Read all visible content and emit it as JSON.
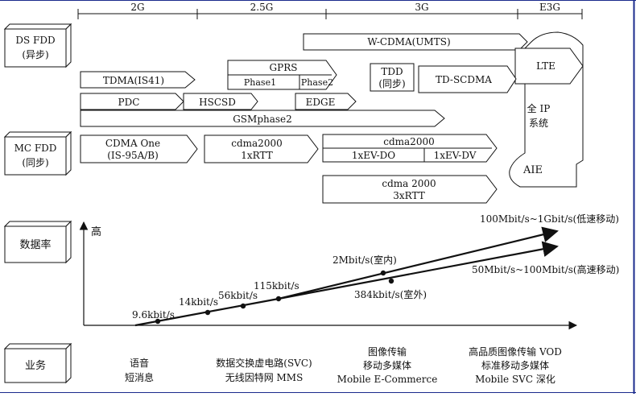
{
  "colors": {
    "frame": "#1a2a8c",
    "ink": "#111111",
    "shape_fill": "#ffffff"
  },
  "eras": [
    "2G",
    "2.5G",
    "3G",
    "E3G"
  ],
  "row_labels": {
    "ds_fdd": [
      "DS FDD",
      "(异步)"
    ],
    "mc_fdd": [
      "MC FDD",
      "(同步)"
    ],
    "data_rate": "数据率",
    "services": "业务"
  },
  "tech": {
    "wcdma": "W-CDMA(UMTS)",
    "lte": "LTE",
    "gprs": "GPRS",
    "gprs_phase1": "Phase1",
    "gprs_phase2": "Phase2",
    "tdd": [
      "TDD",
      "(同步)"
    ],
    "tdscdma": "TD-SCDMA",
    "tdma": "TDMA(IS41)",
    "all_ip": [
      "全 IP",
      "系统"
    ],
    "pdc": "PDC",
    "hscsd": "HSCSD",
    "edge": "EDGE",
    "gsm": "GSMphase2",
    "cdmaone": [
      "CDMA One",
      "(IS-95A/B)"
    ],
    "cdma2000_1x": [
      "cdma2000",
      "1xRTT"
    ],
    "cdma2000_ev": "cdma2000",
    "ev_do": "1xEV-DO",
    "ev_dv": "1xEV-DV",
    "aie": "AIE",
    "cdma2000_3x": [
      "cdma 2000",
      "3xRTT"
    ]
  },
  "chart_data": {
    "type": "line",
    "ylabel": "高",
    "points": [
      {
        "label": "9.6kbit/s"
      },
      {
        "label": "14kbit/s"
      },
      {
        "label": "56kbit/s"
      },
      {
        "label": "115kbit/s"
      },
      {
        "label": "2Mbit/s(室内)"
      },
      {
        "label": "384kbit/s(室外)"
      }
    ],
    "series": [
      {
        "name": "100Mbit/s~1Gbit/s(低速移动)"
      },
      {
        "name": "50Mbit/s~100Mbit/s(高速移动)"
      }
    ]
  },
  "services": [
    [
      "语音",
      "短消息"
    ],
    [
      "数据交换虚电路(SVC)",
      "无线因特网 MMS"
    ],
    [
      "图像传输",
      "移动多媒体",
      "Mobile E-Commerce"
    ],
    [
      "高品质图像传输 VOD",
      "标准移动多媒体",
      "Mobile SVC 深化"
    ]
  ]
}
